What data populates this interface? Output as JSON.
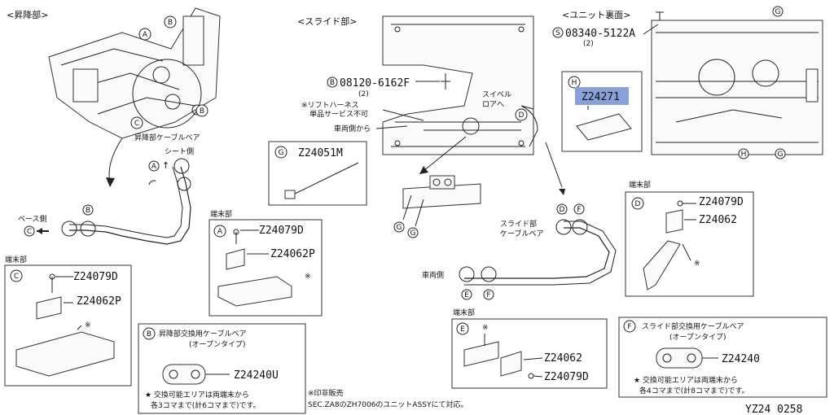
{
  "sections": {
    "lift": "<昇降部>",
    "slide": "<スライド部>",
    "unit_back": "<ユニット裏面>"
  },
  "letters": [
    "A",
    "B",
    "C",
    "D",
    "E",
    "F",
    "G",
    "H",
    "S"
  ],
  "callouts": {
    "screw_08340": "08340-5122A",
    "screw_08340_qty": "(2)",
    "bolt_08120": "08120-6162F",
    "bolt_08120_qty": "(2)",
    "lift_harness_note_1": "※リフトハーネス",
    "lift_harness_note_2": "単品サービス不可",
    "vehicle_side_from": "車両側から",
    "swivel_1": "スイベル",
    "swivel_2": "ロアへ",
    "lift_cable_bear": "昇降部ケーブルベア",
    "seat_side": "シート側",
    "base_side": "ベース側",
    "slide_cable_bear_1": "スライド部",
    "slide_cable_bear_2": "ケーブルベア",
    "vehicle_side": "車両側",
    "end_part": "端末部",
    "asterisk": "※"
  },
  "parts": {
    "z24271": "Z24271",
    "z24051m": "Z24051M",
    "z24079d": "Z24079D",
    "z24062p": "Z24062P",
    "z24062": "Z24062",
    "z24240u": "Z24240U",
    "z24240": "Z24240"
  },
  "boxes": {
    "b_title_1": "昇降部交換用ケーブルベア",
    "b_title_2": "(オープンタイプ)",
    "b_note_1": "★ 交換可能エリアは両端末から",
    "b_note_2": "各3コマまで(計6コマまで)です。",
    "f_title_1": "スライド部交換用ケーブルベア",
    "f_title_2": "(オープンタイプ)",
    "f_note_1": "★ 交換可能エリアは両端末から",
    "f_note_2": "各4コマまで(計8コマまで)です。"
  },
  "footer": {
    "note_1": "※印非販売",
    "note_2": "SEC.ZA8のZH7006のユニットASSYにて対応。",
    "ref": "YZ24 0258"
  },
  "colors": {
    "highlight": "#8aa0d8",
    "line": "#222222"
  }
}
